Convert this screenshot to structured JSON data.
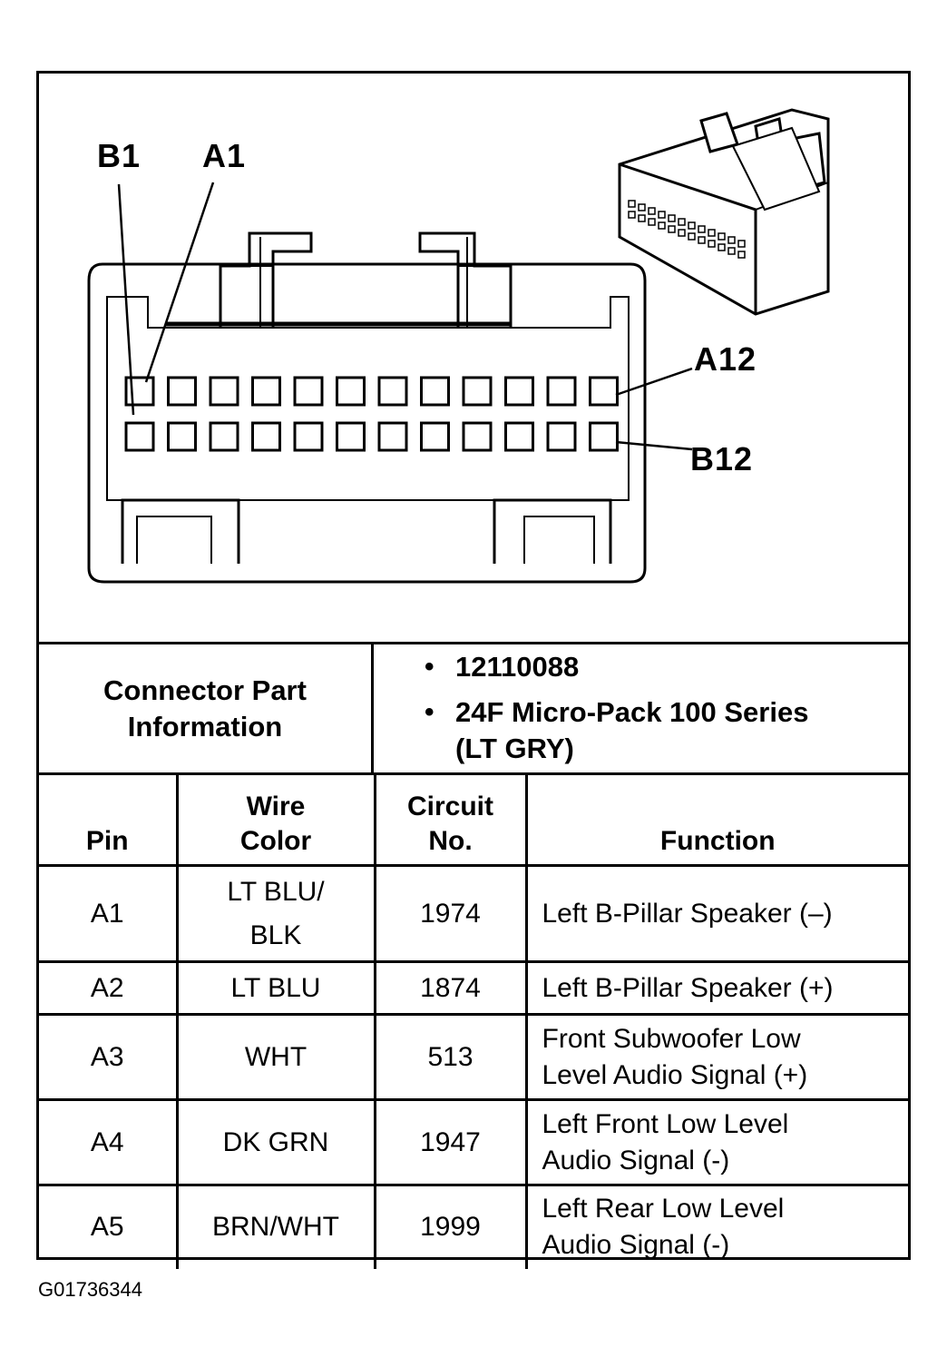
{
  "connector": {
    "pin_labels": {
      "b1": "B1",
      "a1": "A1",
      "a12": "A12",
      "b12": "B12"
    },
    "row_a_count": 12,
    "row_b_count": 12
  },
  "part_info": {
    "label_line1": "Connector Part",
    "label_line2": "Information",
    "items": [
      "12110088",
      "24F Micro-Pack 100 Series",
      "(LT GRY)"
    ]
  },
  "table": {
    "headers": {
      "pin": "Pin",
      "wire_color_1": "Wire",
      "wire_color_2": "Color",
      "circuit_1": "Circuit",
      "circuit_2": "No.",
      "function": "Function"
    },
    "rows": [
      {
        "pin": "A1",
        "wire_1": "LT BLU/",
        "wire_2": "BLK",
        "circuit": "1974",
        "func_1": "Left B-Pillar Speaker (–)",
        "func_2": ""
      },
      {
        "pin": "A2",
        "wire_1": "LT BLU",
        "wire_2": "",
        "circuit": "1874",
        "func_1": "Left B-Pillar Speaker (+)",
        "func_2": ""
      },
      {
        "pin": "A3",
        "wire_1": "WHT",
        "wire_2": "",
        "circuit": "513",
        "func_1": "Front Subwoofer Low",
        "func_2": "Level Audio Signal (+)"
      },
      {
        "pin": "A4",
        "wire_1": "DK GRN",
        "wire_2": "",
        "circuit": "1947",
        "func_1": "Left Front Low Level",
        "func_2": "Audio Signal (-)"
      },
      {
        "pin": "A5",
        "wire_1": "BRN/WHT",
        "wire_2": "",
        "circuit": "1999",
        "func_1": "Left Rear Low Level",
        "func_2": "Audio Signal (-)"
      }
    ]
  },
  "doc_id": "G01736344"
}
